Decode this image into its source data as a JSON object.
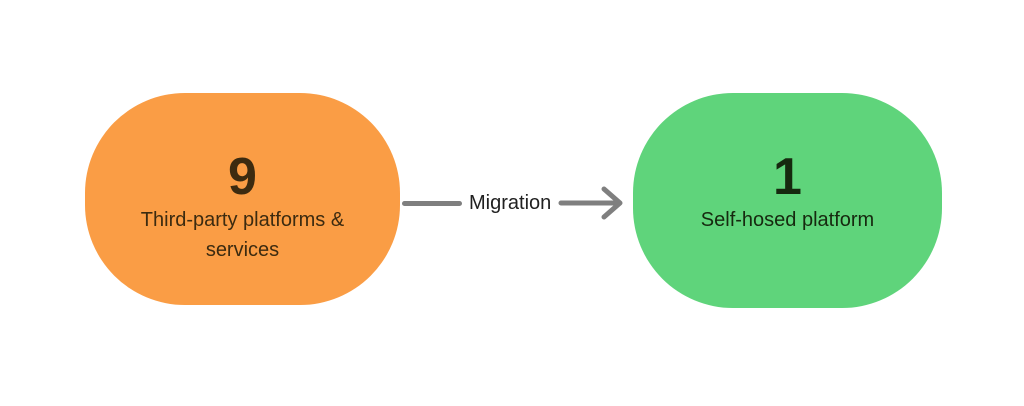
{
  "diagram": {
    "source": {
      "value": "9",
      "label": "Third-party platforms &\nservices"
    },
    "arrow": {
      "label": "Migration"
    },
    "target": {
      "value": "1",
      "label": "Self-hosed platform"
    }
  },
  "colors": {
    "source_bg": "#FA9D45",
    "source_text": "#3C2B10",
    "target_bg": "#5FD47B",
    "target_text": "#16290F",
    "arrow": "#7F7F7F",
    "arrow_label": "#212121",
    "background": "#FFFFFF"
  }
}
